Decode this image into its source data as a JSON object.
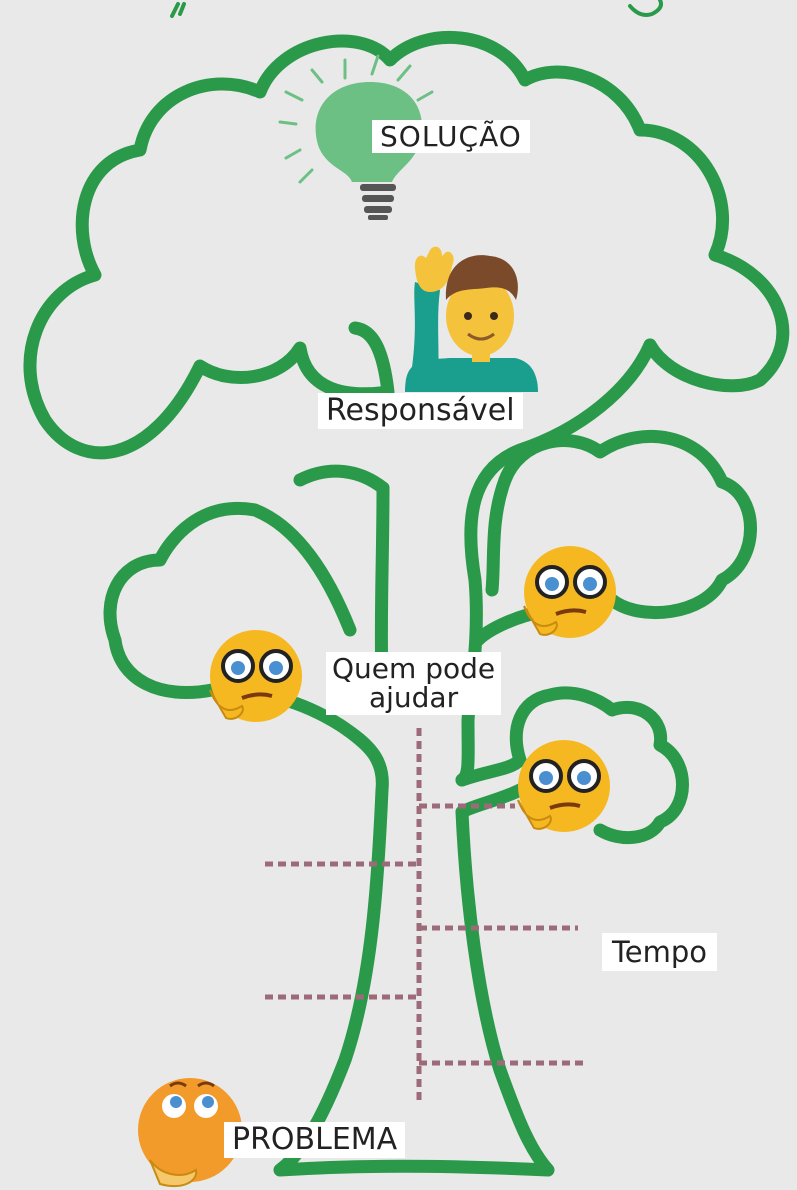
{
  "labels": {
    "solution": "SOLUÇÃO",
    "responsible": "Responsável",
    "who_can_help_line1": "Quem pode",
    "who_can_help_line2": "ajudar",
    "time": "Tempo",
    "problem": "PROBLEMA"
  },
  "colors": {
    "tree_outline": "#2a9a4a",
    "background": "#e9e9e9",
    "bulb": "#6cc084",
    "dashed_line": "#9c6a78"
  },
  "icons": [
    "lightbulb-icon",
    "raising-hand-person-icon",
    "thinking-face-with-glasses-icon",
    "thinking-face-looking-up-icon"
  ]
}
